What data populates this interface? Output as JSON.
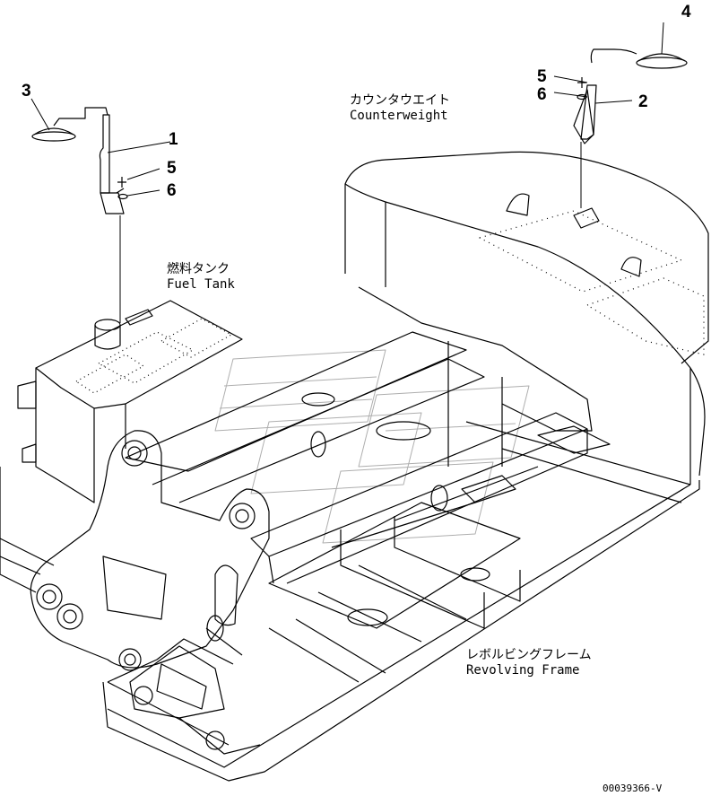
{
  "labels": {
    "counterweight": {
      "jp": "カウンタウエイト",
      "en": "Counterweight"
    },
    "fuel_tank": {
      "jp": "燃料タンク",
      "en": "Fuel Tank"
    },
    "revolving_frame": {
      "jp": "レボルビングフレーム",
      "en": "Revolving Frame"
    }
  },
  "callouts": {
    "left_lamp": "3",
    "left_bracket": "1",
    "left_bolt": "5",
    "left_washer": "6",
    "right_lamp": "4",
    "right_bracket": "2",
    "right_bolt": "5",
    "right_washer": "6"
  },
  "document_number": "00039366-V",
  "colors": {
    "line": "#000000",
    "watermark": "#9a9a9a"
  }
}
